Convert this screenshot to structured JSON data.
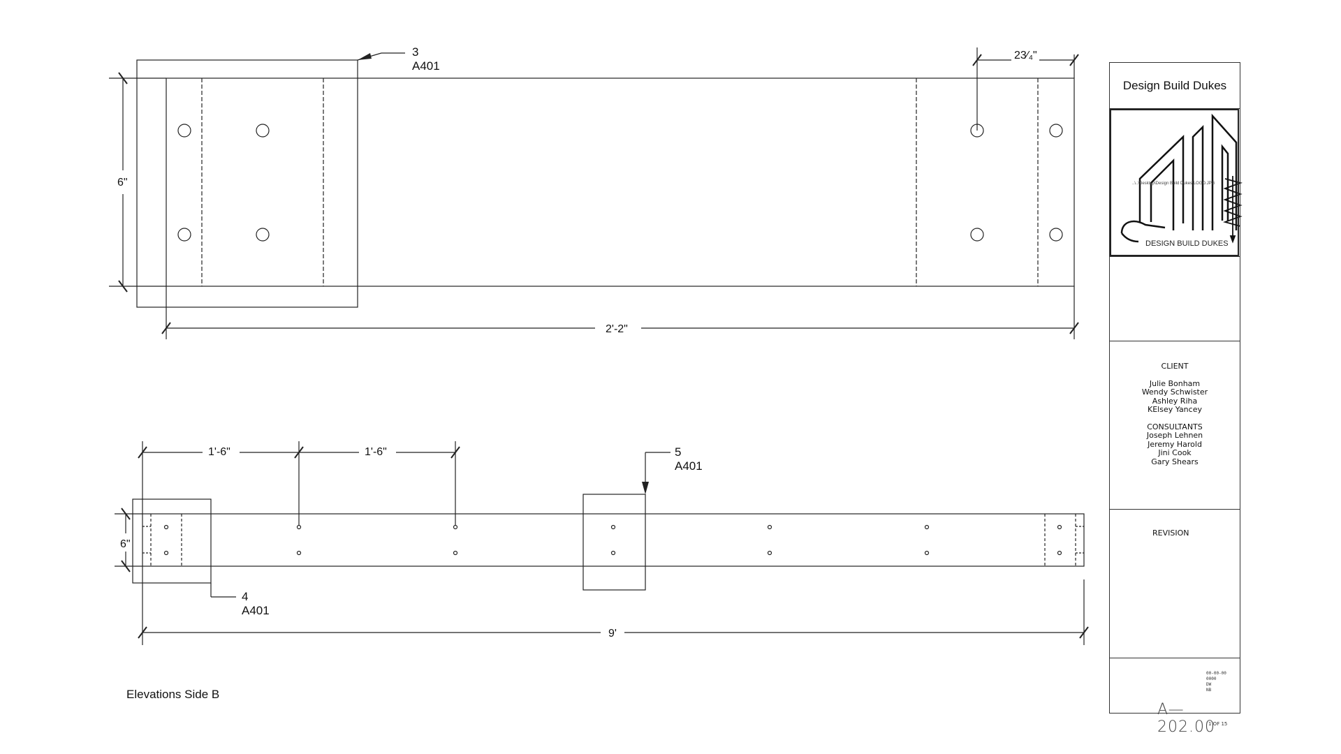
{
  "drawing": {
    "title": "Elevations Side B",
    "top_elevation": {
      "height_dim": "6\"",
      "length_dim": "2'-2\"",
      "end_dim": "23⁄₄\"",
      "callout": {
        "number": "3",
        "sheet": "A401"
      }
    },
    "bottom_elevation": {
      "height_dim": "6\"",
      "spacing_dims": [
        "1'-6\"",
        "1'-6\""
      ],
      "length_dim": "9'",
      "callouts": [
        {
          "number": "4",
          "sheet": "A401"
        },
        {
          "number": "5",
          "sheet": "A401"
        }
      ]
    }
  },
  "title_block": {
    "firm": "Design Build Dukes",
    "logo_path": "..\\..\\Desktop\\Design Build Dukes\\LOGO.JPG",
    "logo_text": "DESIGN BUILD DUKES",
    "client_label": "CLIENT",
    "clients": [
      "Julie Bonham",
      "Wendy Schwister",
      "Ashley Riha",
      "KElsey Yancey"
    ],
    "consultants_label": "CONSULTANTS",
    "consultants": [
      "Joseph Lehnen",
      "Jeremy Harold",
      "Jini Cook",
      "Gary Shears"
    ],
    "revision_label": "REVISION",
    "meta": [
      "00-00-00",
      "0000",
      "DW",
      "NB"
    ],
    "sheet_number": "A—202.00",
    "sheet_of": "1 OF 15"
  }
}
